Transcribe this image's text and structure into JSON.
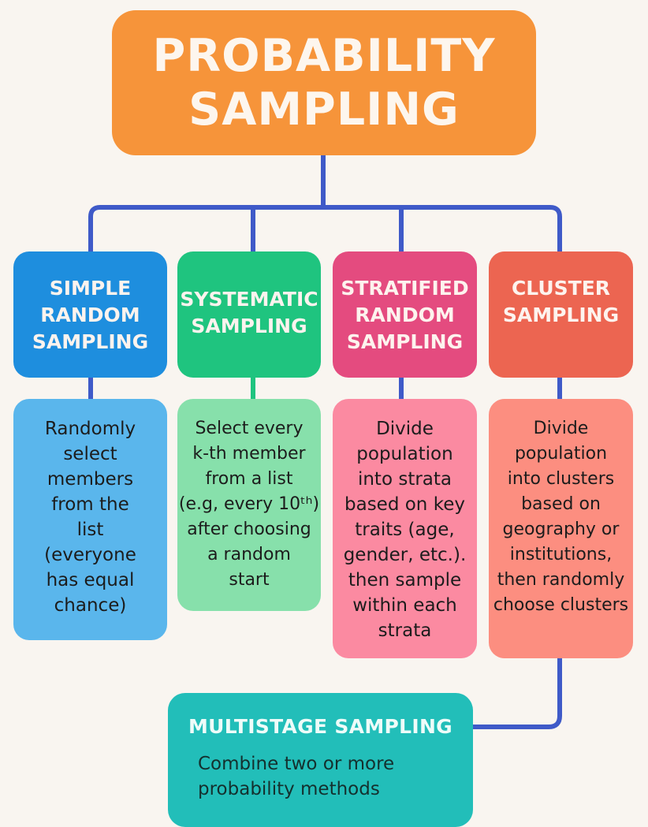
{
  "title": "PROBABILITY\nSAMPLING",
  "colors": {
    "background": "#f9f5f0",
    "connector": "#3f5ac8",
    "title_box": "#f6943a"
  },
  "methods": [
    {
      "heading": "SIMPLE\nRANDOM\nSAMPLING",
      "description": "Randomly\nselect\nmembers\nfrom the\nlist\n(everyone\nhas equal\nchance)",
      "header_color": "#1e8ede",
      "detail_color": "#5ab6ec"
    },
    {
      "heading": "SYSTEMATIC\nSAMPLING",
      "description": "Select every\nk-th member\nfrom a list\n(e.g, every 10ᵗʰ)\nafter choosing\na random\nstart",
      "header_color": "#1fc47f",
      "detail_color": "#87e0ab"
    },
    {
      "heading": "STRATIFIED\nRANDOM\nSAMPLING",
      "description": "Divide\npopulation\ninto strata\nbased on key\ntraits (age,\ngender, etc.).\nthen sample\nwithin each\nstrata",
      "header_color": "#e44b7f",
      "detail_color": "#fb8aa1"
    },
    {
      "heading": "CLUSTER\nSAMPLING",
      "description": "Divide\npopulation\ninto clusters\nbased on\ngeography or\ninstitutions,\nthen randomly\nchoose clusters",
      "header_color": "#ec6551",
      "detail_color": "#fc8e80"
    }
  ],
  "multistage": {
    "heading": "MULTISTAGE SAMPLING",
    "description": "Combine two or more\nprobability methods",
    "color": "#22beb9"
  }
}
